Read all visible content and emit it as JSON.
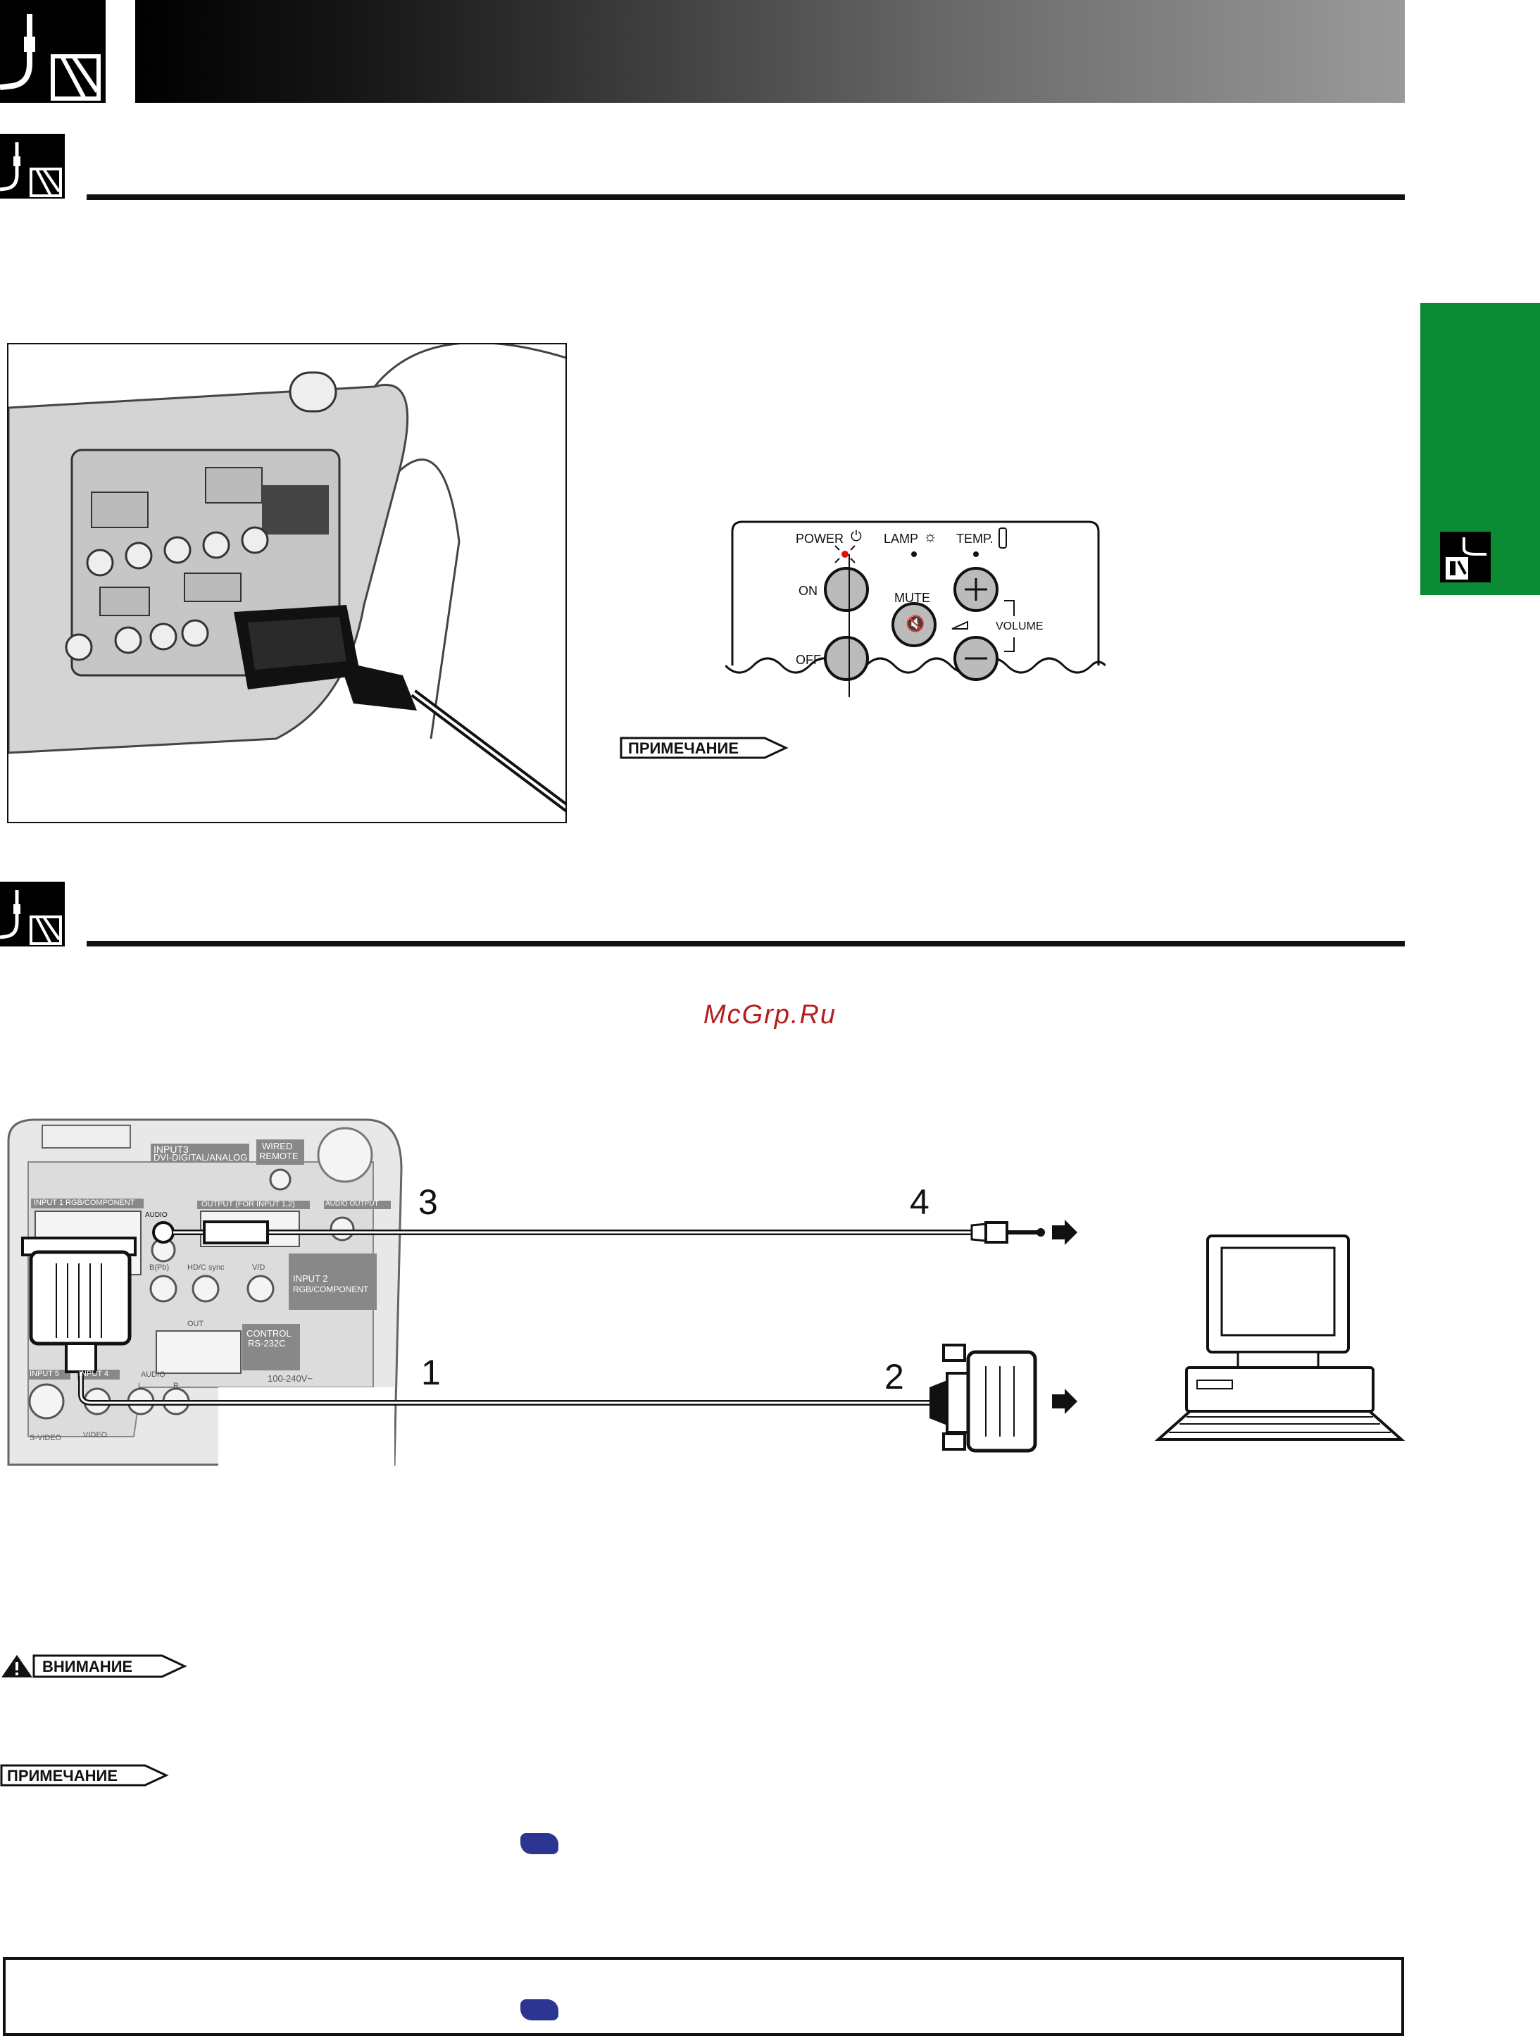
{
  "watermark": "McGrp.Ru",
  "power_panel": {
    "power_label": "POWER",
    "lamp_label": "LAMP",
    "temp_label": "TEMP.",
    "on_label": "ON",
    "mute_label": "MUTE",
    "off_label": "OFF",
    "volume_label": "VOLUME"
  },
  "note_label": "ПРИМЕЧАНИЕ",
  "caution_label": "ВНИМАНИЕ",
  "connection_numbers": [
    "1",
    "2",
    "3",
    "4"
  ],
  "rear_panel": {
    "input3": "INPUT3",
    "input3_sub": "DVI-DIGITAL/ANALOG",
    "wired_remote_1": "WIRED",
    "wired_remote_2": "REMOTE",
    "input1": "INPUT 1  RGB/COMPONENT",
    "audio": "AUDIO",
    "output": "OUTPUT (FOR INPUT 1,2)",
    "audio_output": "AUDIO OUTPUT",
    "b_pb": "B(Pb)",
    "hc_sync": "HD/C sync",
    "v_d": "V/D",
    "input2_1": "INPUT 2",
    "input2_2": "RGB/COMPONENT",
    "out": "OUT",
    "control_1": "CONTROL",
    "control_2": "RS-232C",
    "input5": "INPUT 5",
    "input4": "INPUT 4",
    "audio_l": "L",
    "audio_r": "R",
    "svideo": "S-VIDEO",
    "video": "VIDEO",
    "mains": "100-240V~"
  },
  "colors": {
    "side_tab": "#0c8b35",
    "pill": "#2c3590",
    "watermark": "#b51e1e",
    "power_led": "#e01010"
  }
}
